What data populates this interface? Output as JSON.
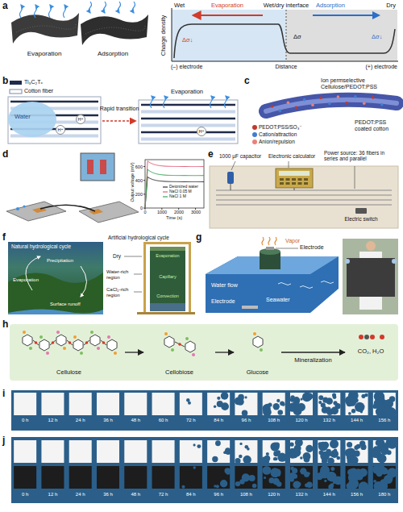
{
  "diagram": {
    "nodes": [
      {
        "text": [
          "Cellulose"
        ]
      },
      {
        "text": [
          "Cellobiose"
        ]
      },
      {
        "text": [
          "Glucose"
        ]
      },
      {
        "text": [
          "CO₂, H₂O"
        ]
      }
    ],
    "edges": [
      {
        "from": 0,
        "to": 1,
        "arrow": "to"
      },
      {
        "from": 1,
        "to": 2,
        "arrow": "to"
      },
      {
        "from": 2,
        "to": 3,
        "label": "Mineralization",
        "arrow": "to"
      }
    ],
    "labels": [
      "a",
      "Evaporation",
      "Adsorption",
      "Wet",
      "Evaporation",
      "Wet/dry interface",
      "Adsorption",
      "Dry",
      "Charge density",
      "Δσ↓",
      "Δσ",
      "Δσ↓",
      "(–) electrode",
      "Distance",
      "(+) electrode",
      "b",
      "Ti₃C₂Tₓ",
      "Cotton fiber",
      "Water",
      "Rapid transition",
      "Evaporation",
      "H⁺",
      "H⁺",
      "H⁺",
      "c",
      "Ion permselective Cellulose/PEDOT:PSS",
      "PEDOT:PSS coated cotton",
      "d",
      "Output voltage (mV)",
      "Time (s)",
      "0",
      "200",
      "400",
      "600",
      "0",
      "1000",
      "2000",
      "3000",
      "e",
      "1000 μF capacitor",
      "Electronic calculator",
      "Power source: 36 fibers in series and parallel",
      "Electric switch",
      "f",
      "Natural hydrological cycle",
      "Precipitation",
      "Evaporation",
      "Surface runoff",
      "Artificial hydrological cycle",
      "Dry",
      "Water-rich region",
      "CaCl₂-rich region",
      "Evaporation",
      "Capillary",
      "Convection",
      "g",
      "Water flow",
      "Vapor",
      "Electrode",
      "Electrode",
      "Seawater",
      "h",
      "i",
      "0 h",
      "12 h",
      "24 h",
      "36 h",
      "48 h",
      "60 h",
      "72 h",
      "84 h",
      "96 h",
      "108 h",
      "120 h",
      "132 h",
      "144 h",
      "156 h",
      "j",
      "0 h",
      "12 h",
      "24 h",
      "36 h",
      "48 h",
      "72 h",
      "84 h",
      "96 h",
      "108 h",
      "120 h",
      "132 h",
      "144 h",
      "156 h",
      "180 h"
    ],
    "legend": [
      {
        "text": "PEDOT:PSS/SO₃⁻",
        "color": "#c0392b"
      },
      {
        "text": "Cation/attraction",
        "color": "#3f7fd0"
      },
      {
        "text": "Anion/repulsion",
        "color": "#e8837a"
      },
      {
        "text": "Deionized water"
      },
      {
        "text": "NaCl 0.05 M"
      },
      {
        "text": "NaCl 1 M"
      }
    ]
  }
}
